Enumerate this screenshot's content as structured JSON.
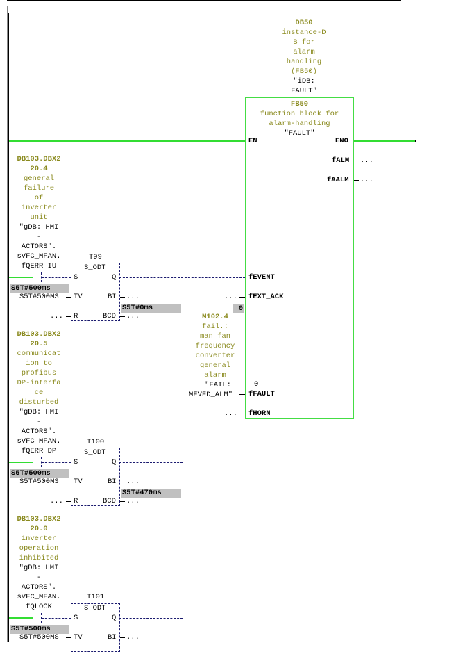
{
  "instance_db": {
    "name": "DB50",
    "comment_lines": [
      "instance-D",
      "B for",
      "alarm",
      "handling",
      "(FB50)"
    ],
    "symbol_lines": [
      "\"iDB:",
      "FAULT\""
    ]
  },
  "function_block": {
    "name": "FB50",
    "comment_lines": [
      "function block for",
      "alarm-handling"
    ],
    "symbol": "\"FAULT\"",
    "inputs": {
      "en": "EN",
      "fevent": "fEVENT",
      "fext_ack": "fEXT_ACK",
      "ffault": "fFAULT",
      "fhorn": "fHORN"
    },
    "outputs": {
      "eno": "ENO",
      "falm": "fALM",
      "faalm": "fAALM"
    },
    "unconnected": "...",
    "ext_ack_status": "0",
    "fault_status": "0",
    "fault_operand": {
      "address": "M102.4",
      "comment_lines": [
        "fail.:",
        "man fan",
        "frequency",
        "converter",
        "general",
        "alarm"
      ],
      "symbol_lines": [
        "\"FAIL:",
        "MFVFD_ALM\""
      ]
    }
  },
  "networks": [
    {
      "contact": {
        "address_lines": [
          "DB103.DBX2",
          "20.4"
        ],
        "comment_lines": [
          "general",
          "failure",
          "of",
          "inverter",
          "unit"
        ],
        "symbol_lines": [
          "\"gDB: HMI",
          "-",
          "ACTORS\".",
          "sVFC_MFAN.",
          "fQERR_IU"
        ]
      },
      "timer": {
        "name": "T99",
        "type": "S_ODT",
        "pins": {
          "s": "S",
          "q": "Q",
          "tv": "TV",
          "bi": "BI",
          "r": "R",
          "bcd": "BCD"
        },
        "tv_value": "S5T#500MS",
        "tv_status": "S5T#500ms",
        "bi_status": "S5T#0ms",
        "unconnected": "..."
      }
    },
    {
      "contact": {
        "address_lines": [
          "DB103.DBX2",
          "20.5"
        ],
        "comment_lines": [
          "communicat",
          "ion to",
          "profibus",
          "DP-interfa",
          "ce",
          "disturbed"
        ],
        "symbol_lines": [
          "\"gDB: HMI",
          "-",
          "ACTORS\".",
          "sVFC_MFAN.",
          "fQERR_DP"
        ]
      },
      "timer": {
        "name": "T100",
        "type": "S_ODT",
        "pins": {
          "s": "S",
          "q": "Q",
          "tv": "TV",
          "bi": "BI",
          "r": "R",
          "bcd": "BCD"
        },
        "tv_value": "S5T#500MS",
        "tv_status": "S5T#500ms",
        "bi_status": "S5T#470ms",
        "unconnected": "..."
      }
    },
    {
      "contact": {
        "address_lines": [
          "DB103.DBX2",
          "20.0"
        ],
        "comment_lines": [
          "inverter",
          "operation",
          "inhibited"
        ],
        "symbol_lines": [
          "\"gDB: HMI",
          "-",
          "ACTORS\".",
          "sVFC_MFAN.",
          "fQLOCK"
        ]
      },
      "timer": {
        "name": "T101",
        "type": "S_ODT",
        "pins": {
          "s": "S",
          "q": "Q",
          "tv": "TV",
          "bi": "BI"
        },
        "tv_value": "S5T#500MS",
        "tv_status": "S5T#500ms",
        "unconnected": "..."
      }
    }
  ],
  "colors": {
    "power_flow": "#33dd33",
    "comment": "#8a8a1e",
    "status_bg": "#c0c0c0",
    "dashed_wire": "#1a1a6e"
  }
}
